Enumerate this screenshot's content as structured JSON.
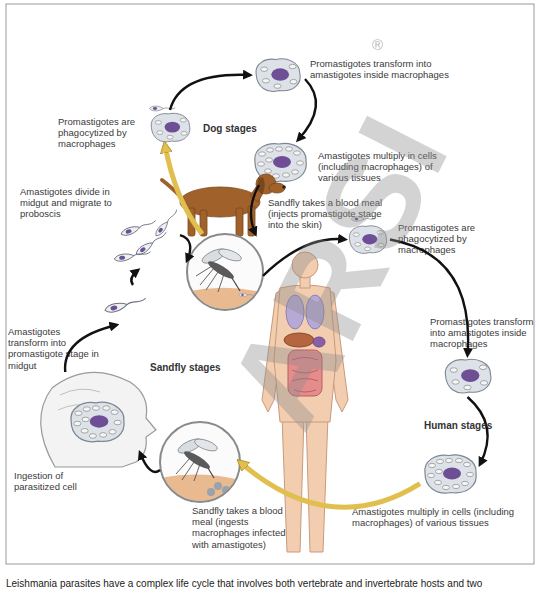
{
  "diagram": {
    "caption": "Leishmania parasites have a complex life cycle that involves both vertebrate and invertebrate hosts and two",
    "nodes": [
      {
        "text": [
          "Promastigotes transform into amastigotes inside macrophages"
        ]
      },
      {
        "text": [
          "Promastigotes are phagocytized by macrophages"
        ]
      },
      {
        "text": [
          "Amastigotes multiply in cells (including macrophages) of various tissues"
        ]
      },
      {
        "text": [
          "Sandfly takes a blood meal (injects promastigote stage into the skin)"
        ]
      },
      {
        "text": [
          "Amastigotes divide in midgut and migrate to proboscis"
        ]
      },
      {
        "text": [
          "Promastigotes are phagocytized by macrophages"
        ]
      },
      {
        "text": [
          "Promastigotes transform into amastigotes inside macrophages"
        ]
      },
      {
        "text": [
          "Amastigotes transform into promastigote stage in midgut"
        ]
      },
      {
        "text": [
          "Ingestion of parasitized cell"
        ]
      },
      {
        "text": [
          "Sandfly takes a blood meal (ingests macrophages infected with amastigotes)"
        ]
      },
      {
        "text": [
          "Amastigotes multiply in cells (including macrophages) of various tissues"
        ]
      }
    ],
    "edges": [
      {
        "from": 1,
        "to": 0,
        "arrow": "to"
      },
      {
        "from": 0,
        "to": 2,
        "arrow": "to"
      },
      {
        "from": 2,
        "to": 3,
        "arrow": "to"
      },
      {
        "from": 3,
        "to": 1,
        "arrow": "to"
      },
      {
        "from": 4,
        "to": 3,
        "arrow": "to"
      },
      {
        "from": 3,
        "to": 5,
        "arrow": "to"
      },
      {
        "from": 5,
        "to": 6,
        "arrow": "to"
      },
      {
        "from": 6,
        "to": 10,
        "arrow": "to"
      },
      {
        "from": 10,
        "to": 9,
        "arrow": "to"
      },
      {
        "from": 9,
        "to": 8,
        "arrow": "to"
      },
      {
        "from": 8,
        "to": 7,
        "arrow": "to"
      },
      {
        "from": 7,
        "to": 4,
        "arrow": "to"
      }
    ],
    "labels": [
      "Dog stages",
      "Sandfly stages",
      "Human stages",
      "ARSI",
      "®"
    ]
  }
}
